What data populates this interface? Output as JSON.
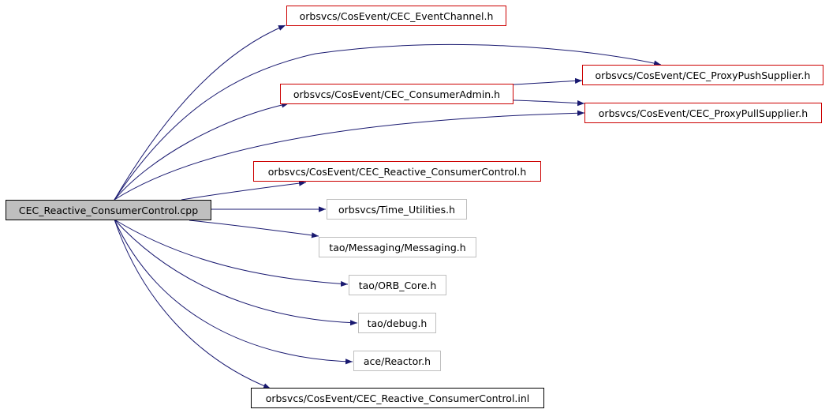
{
  "graph": {
    "colors": {
      "edge": "#191970",
      "root_fill": "#bfbfbf"
    },
    "nodes": {
      "root": "CEC_Reactive_ConsumerControl.cpp",
      "event_channel": "orbsvcs/CosEvent/CEC_EventChannel.h",
      "proxy_push_supplier": "orbsvcs/CosEvent/CEC_ProxyPushSupplier.h",
      "consumer_admin": "orbsvcs/CosEvent/CEC_ConsumerAdmin.h",
      "proxy_pull_supplier": "orbsvcs/CosEvent/CEC_ProxyPullSupplier.h",
      "reactive_consumer_control_h": "orbsvcs/CosEvent/CEC_Reactive_ConsumerControl.h",
      "time_utilities": "orbsvcs/Time_Utilities.h",
      "messaging": "tao/Messaging/Messaging.h",
      "orb_core": "tao/ORB_Core.h",
      "debug": "tao/debug.h",
      "reactor": "ace/Reactor.h",
      "reactive_consumer_control_inl": "orbsvcs/CosEvent/CEC_Reactive_ConsumerControl.inl"
    }
  }
}
